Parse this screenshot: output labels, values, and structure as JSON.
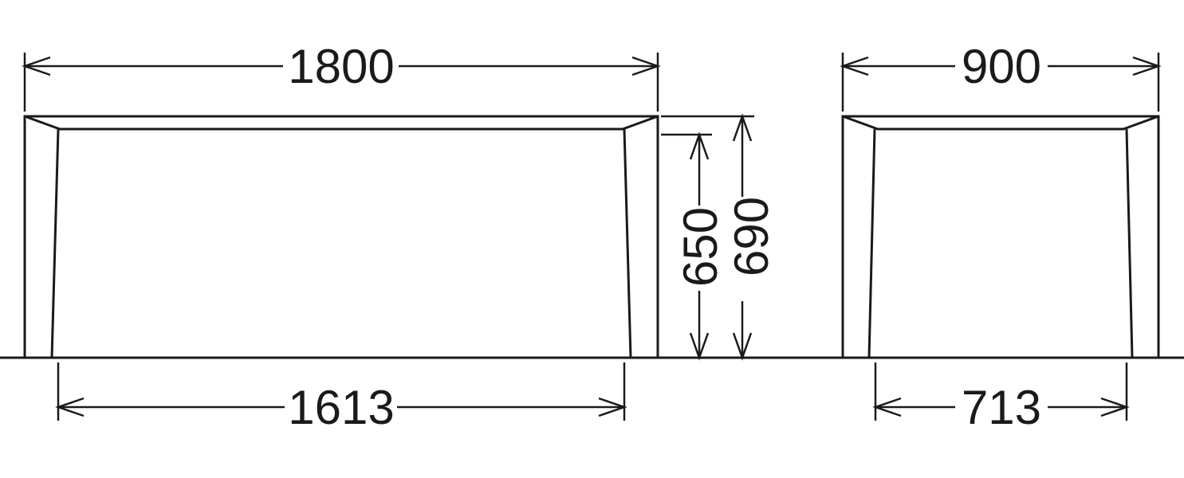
{
  "dimensions": {
    "front_width": "1800",
    "front_leg_span": "1613",
    "seat_height": "650",
    "total_height": "690",
    "side_depth": "900",
    "side_leg_span": "713"
  },
  "colors": {
    "line": "#1a1a1a",
    "background": "#ffffff"
  }
}
